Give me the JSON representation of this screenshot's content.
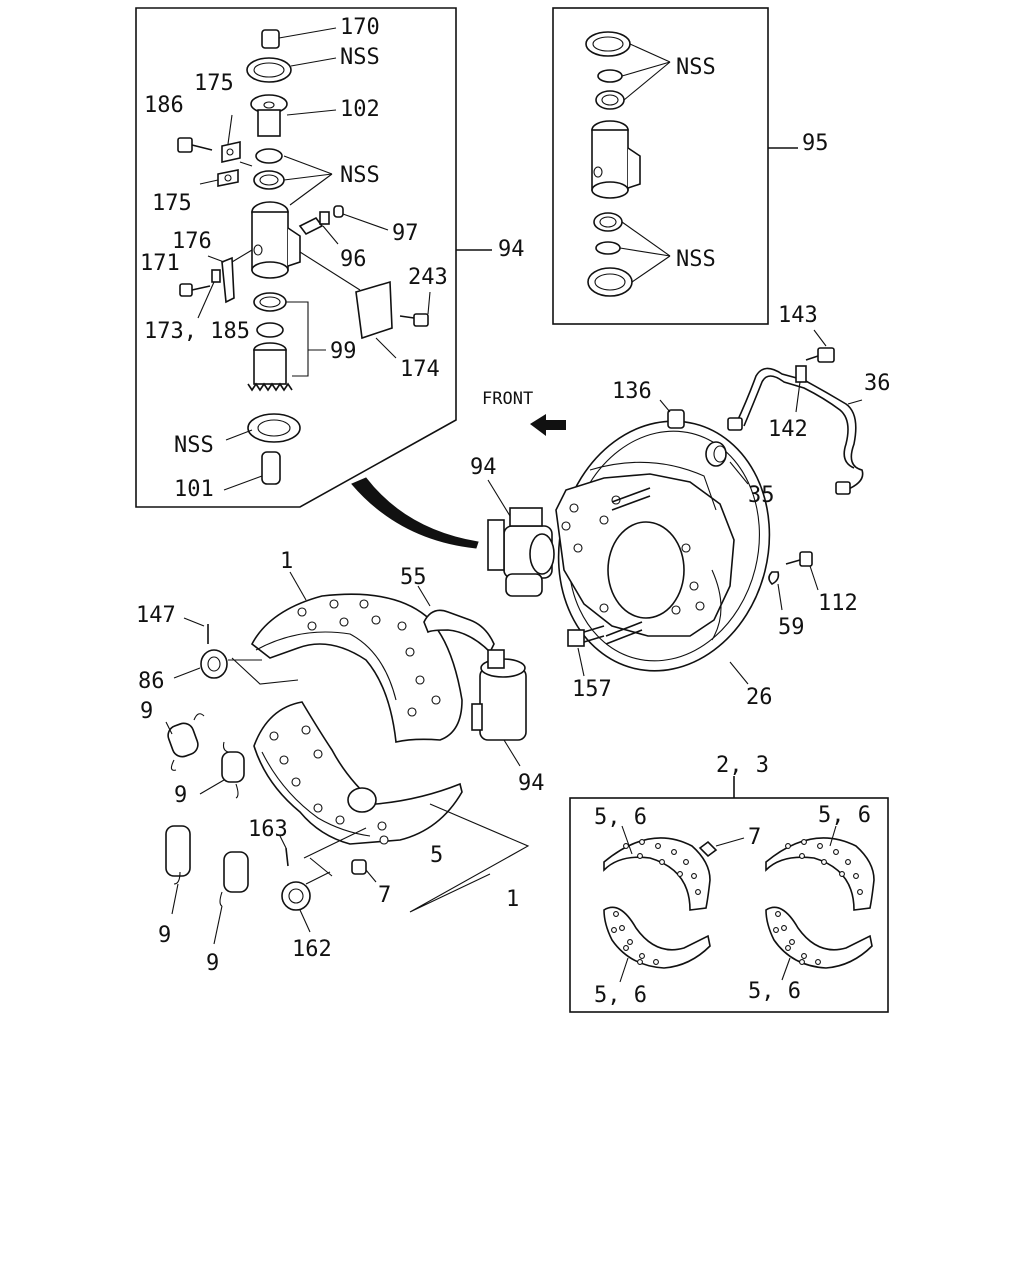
{
  "labels": {
    "p170": "170",
    "nss_a": "NSS",
    "p175a": "175",
    "p186": "186",
    "p102": "102",
    "nss_b": "NSS",
    "p175b": "175",
    "p97": "97",
    "p176": "176",
    "p96": "96",
    "p94a": "94",
    "p171": "171",
    "p243": "243",
    "p173_185": "173, 185",
    "p99": "99",
    "p174": "174",
    "nss_c": "NSS",
    "p101": "101",
    "nss_d": "NSS",
    "p95": "95",
    "nss_e": "NSS",
    "front": "FRONT",
    "p136": "136",
    "p143": "143",
    "p36": "36",
    "p142": "142",
    "p94b": "94",
    "p35": "35",
    "p112": "112",
    "p59": "59",
    "p26": "26",
    "p157": "157",
    "p1a": "1",
    "p55": "55",
    "p147": "147",
    "p86": "86",
    "p9a": "9",
    "p9b": "9",
    "p94c": "94",
    "p9c": "9",
    "p9d": "9",
    "p163": "163",
    "p5": "5",
    "p7a": "7",
    "p1b": "1",
    "p162": "162",
    "p2_3": "2, 3",
    "p56a": "5, 6",
    "p7b": "7",
    "p56b": "5, 6",
    "p56c": "5, 6",
    "p56d": "5, 6"
  },
  "colors": {
    "ink": "#111111",
    "paper": "#ffffff"
  }
}
